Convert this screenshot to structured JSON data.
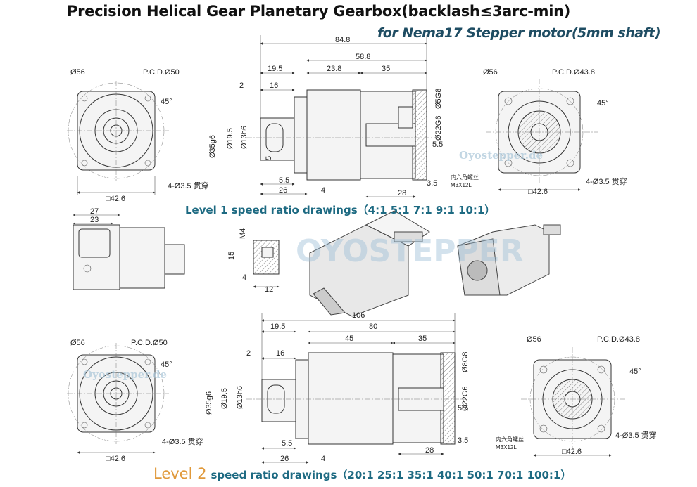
{
  "title": "Precision Helical Gear Planetary Gearbox(backlash≤3arc-min)",
  "subtitle": "for Nema17 Stepper motor(5mm shaft)",
  "level1_label": "Level 1 speed ratio drawings（4:1   5:1   7:1   9:1   10:1）",
  "level2": {
    "level": "Level 2",
    "label": "speed ratio drawings（20:1  25:1  35:1  40:1  50:1  70:1  100:1）"
  },
  "watermarks": {
    "small": "Oyostepper.de",
    "big": "OYOSTEPPER"
  },
  "level1_drawing": {
    "front_left": {
      "dia": "Ø56",
      "pcd": "P.C.D.Ø50",
      "angle": "45°",
      "holes": "4-Ø3.5 贯穿",
      "square": "□42.6"
    },
    "side": {
      "d_total": "84.8",
      "d_body": "58.8",
      "d_shaft": "19.5",
      "d_a": "23.8",
      "d_b": "35",
      "d_flange": "16",
      "d_2": "2",
      "dia35": "Ø35g6",
      "dia195": "Ø19.5",
      "dia13": "Ø13h6",
      "key": "5",
      "d55": "5.5",
      "d26": "26",
      "d4": "4",
      "dia5": "Ø5G8",
      "dia22": "Ø22G6",
      "d55r": "5.5",
      "d35r": "3.5",
      "d28": "28",
      "screw1": "内六角螺丝",
      "screw2": "M3X12L"
    },
    "front_right": {
      "dia": "Ø56",
      "pcd": "P.C.D.Ø43.8",
      "angle": "45°",
      "holes": "4-Ø3.5 贯穿",
      "square": "□42.6"
    }
  },
  "middle": {
    "d27": "27",
    "d23": "23",
    "m4": "M4",
    "d15": "15",
    "d4": "4",
    "d12": "12"
  },
  "level2_drawing": {
    "front_left": {
      "dia": "Ø56",
      "pcd": "P.C.D.Ø50",
      "angle": "45°",
      "holes": "4-Ø3.5 贯穿",
      "square": "□42.6"
    },
    "side": {
      "d_total": "106",
      "d_body": "80",
      "d_shaft": "19.5",
      "d_a": "45",
      "d_b": "35",
      "d_flange": "16",
      "d_2": "2",
      "dia35": "Ø35g6",
      "dia195": "Ø19.5",
      "dia13": "Ø13h6",
      "d55": "5.5",
      "d26": "26",
      "d4": "4",
      "dia8": "Ø8G8",
      "dia22": "Ø22G6",
      "d55r": "5.5",
      "d35r": "3.5",
      "d28": "28",
      "screw1": "内六角螺丝",
      "screw2": "M3X12L"
    },
    "front_right": {
      "dia": "Ø56",
      "pcd": "P.C.D.Ø43.8",
      "angle": "45°",
      "holes": "4-Ø3.5 贯穿",
      "square": "□42.6"
    }
  }
}
